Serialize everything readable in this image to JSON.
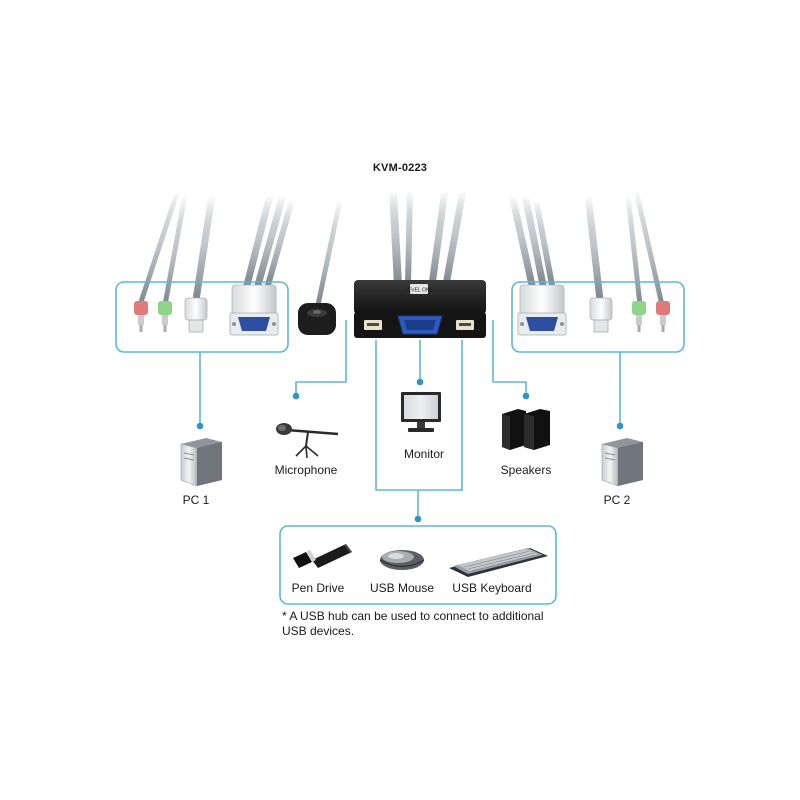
{
  "title": "KVM-0223",
  "labels": {
    "pc1": "PC 1",
    "pc2": "PC 2",
    "microphone": "Microphone",
    "monitor": "Monitor",
    "speakers": "Speakers",
    "pen_drive": "Pen Drive",
    "usb_mouse": "USB Mouse",
    "usb_keyboard": "USB Keyboard"
  },
  "note": "* A USB hub can be used to connect to additional USB devices.",
  "logo_text": "LEVEL ONE",
  "colors": {
    "connector_line": "#5cb8d6",
    "cable": "#9aa3ab",
    "kvm_body": "#1c1c1c",
    "audio_mic_plug": "#e07b7b",
    "audio_spk_plug": "#8ed58a",
    "vga_blue": "#2d4f9e"
  }
}
